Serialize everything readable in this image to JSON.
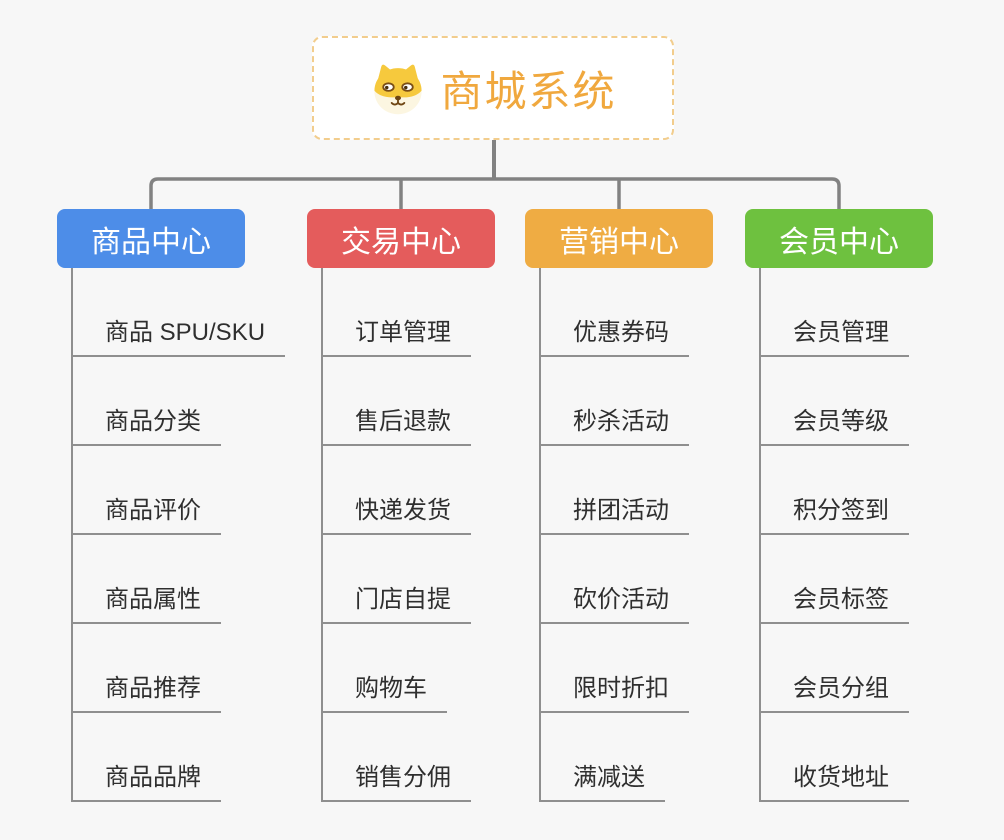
{
  "root": {
    "title": "商城系统",
    "icon": "dog-face-icon",
    "title_color": "#F0A83E",
    "border_color": "#F2CD8D"
  },
  "colors": {
    "connector": "#828282",
    "line": "#8F8F8F"
  },
  "branches": [
    {
      "label": "商品中心",
      "color": "#4D8DE8",
      "items": [
        "商品 SPU/SKU",
        "商品分类",
        "商品评价",
        "商品属性",
        "商品推荐",
        "商品品牌"
      ]
    },
    {
      "label": "交易中心",
      "color": "#E45C5C",
      "items": [
        "订单管理",
        "售后退款",
        "快递发货",
        "门店自提",
        "购物车",
        "销售分佣"
      ]
    },
    {
      "label": "营销中心",
      "color": "#EFAC43",
      "items": [
        "优惠券码",
        "秒杀活动",
        "拼团活动",
        "砍价活动",
        "限时折扣",
        "满减送"
      ]
    },
    {
      "label": "会员中心",
      "color": "#6EC13F",
      "items": [
        "会员管理",
        "会员等级",
        "积分签到",
        "会员标签",
        "会员分组",
        "收货地址"
      ]
    }
  ]
}
